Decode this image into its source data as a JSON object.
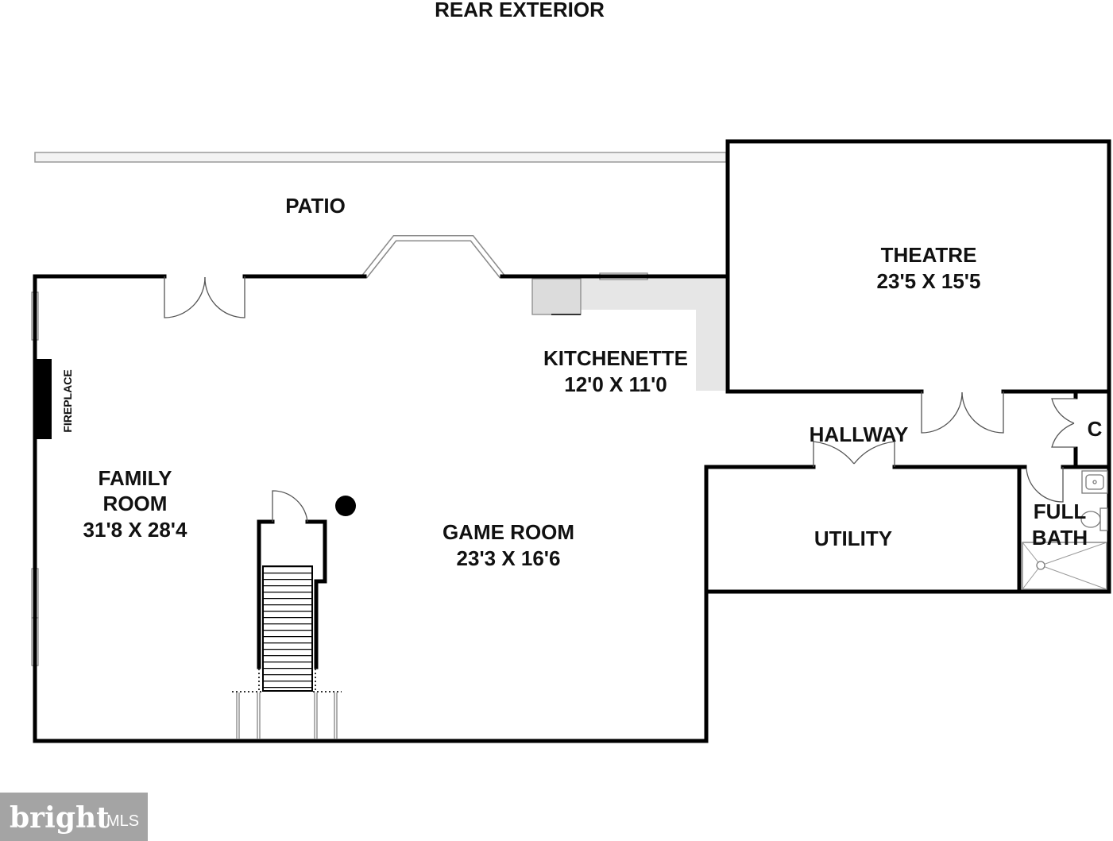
{
  "exterior_label": "REAR EXTERIOR",
  "rooms": {
    "patio": {
      "name": "PATIO"
    },
    "theatre": {
      "name": "THEATRE",
      "dims": "23'5 X 15'5"
    },
    "kitchenette": {
      "name": "KITCHENETTE",
      "dims": "12'0 X 11'0"
    },
    "fireplace": {
      "name": "FIREPLACE"
    },
    "hallway": {
      "name": "HALLWAY"
    },
    "closet": {
      "name": "C"
    },
    "family_room": {
      "name_line1": "FAMILY",
      "name_line2": "ROOM",
      "dims": "31'8 X 28'4"
    },
    "game_room": {
      "name": "GAME ROOM",
      "dims": "23'3 X 16'6"
    },
    "utility": {
      "name": "UTILITY"
    },
    "full_bath": {
      "name_line1": "FULL",
      "name_line2": "BATH"
    }
  },
  "logo": {
    "brand": "bright",
    "suffix": "MLS"
  },
  "colors": {
    "wall": "#000000",
    "fireplace": "#000000",
    "column": "#000000",
    "counter": "#e6e6e6",
    "logo_bg": "#9a9a9a"
  }
}
